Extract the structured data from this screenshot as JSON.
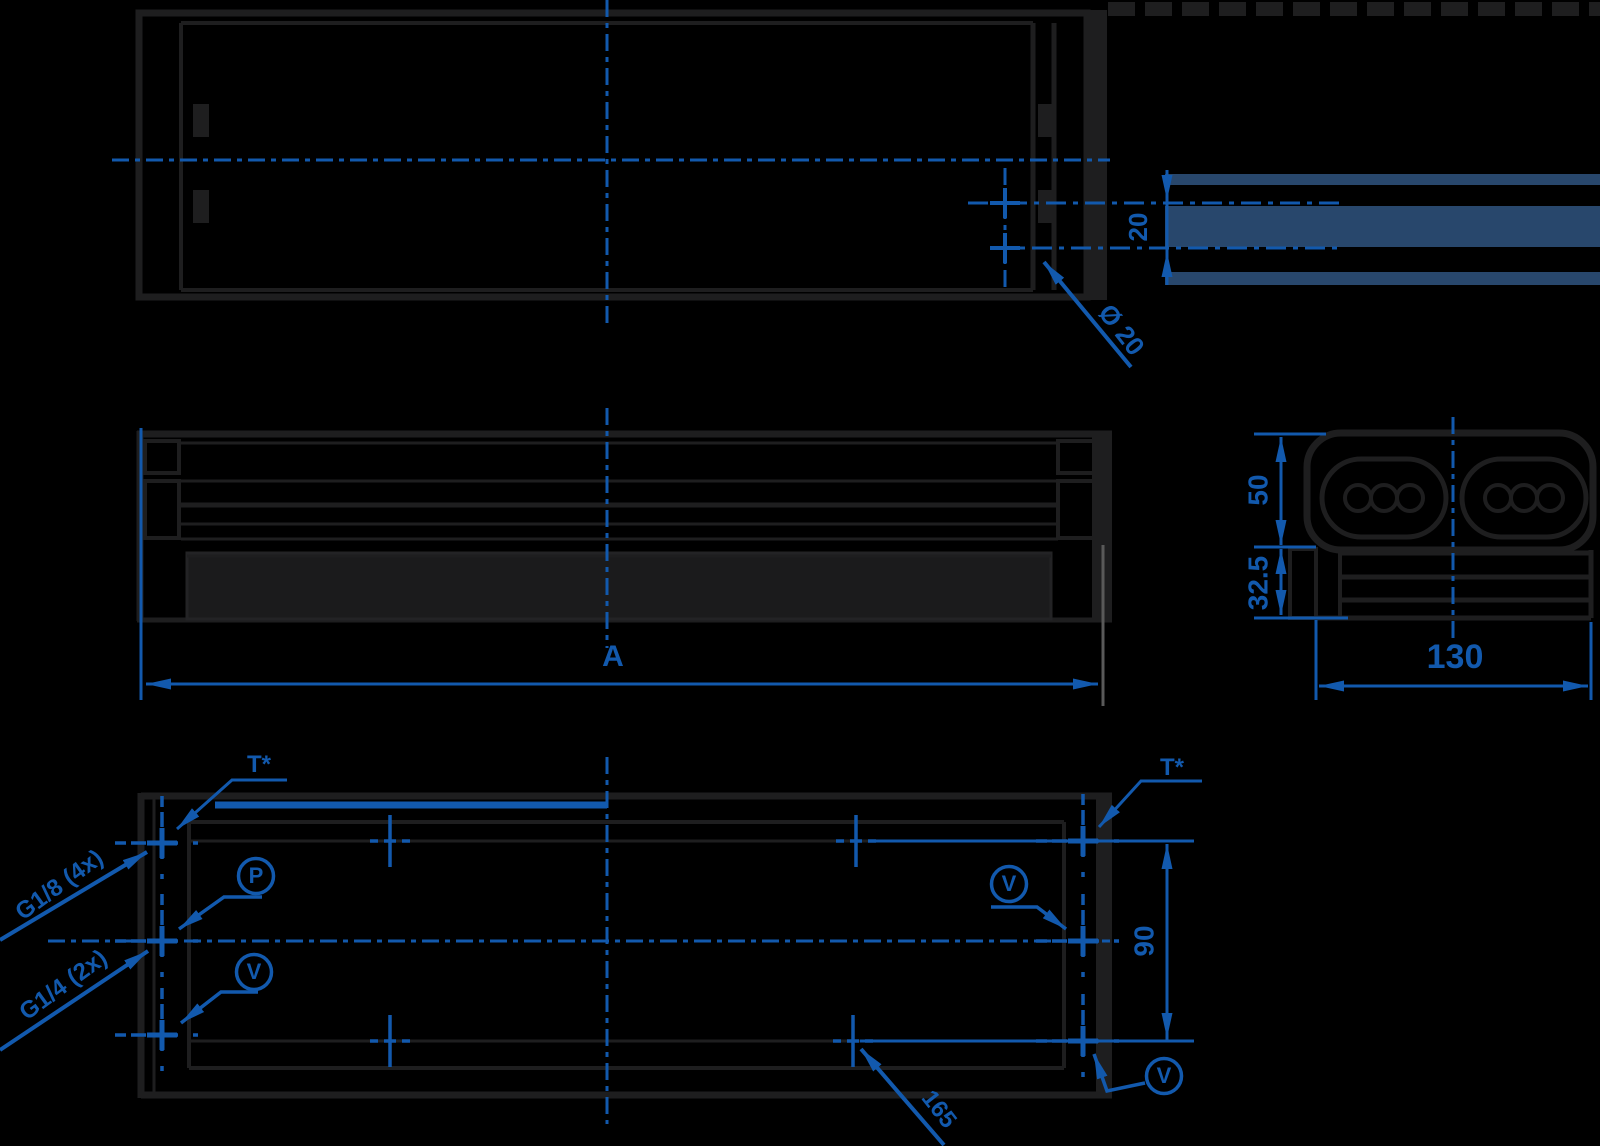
{
  "title": "pneumatic-linear-actuator-dimension-drawing",
  "colors": {
    "background": "#000000",
    "ink": "#1e1e1f",
    "ink2": "#1b1b1c",
    "blue": "#1259ad",
    "band": "#28476c",
    "gray": "#595959"
  },
  "dims": {
    "hole_offset": "20",
    "hole_dia": "Ø 20",
    "length": "A",
    "upper_height": "50",
    "lower_height": "32.5",
    "width": "130",
    "port_spacing": "90",
    "bottom_note": "165"
  },
  "ports": {
    "t_left": "T*",
    "t_right": "T*",
    "thread_top": "G1/8 (4x)",
    "thread_mid": "G1/4 (2x)",
    "p": "P",
    "v_left": "V",
    "v_right_mid": "V",
    "v_right_bottom": "V"
  }
}
